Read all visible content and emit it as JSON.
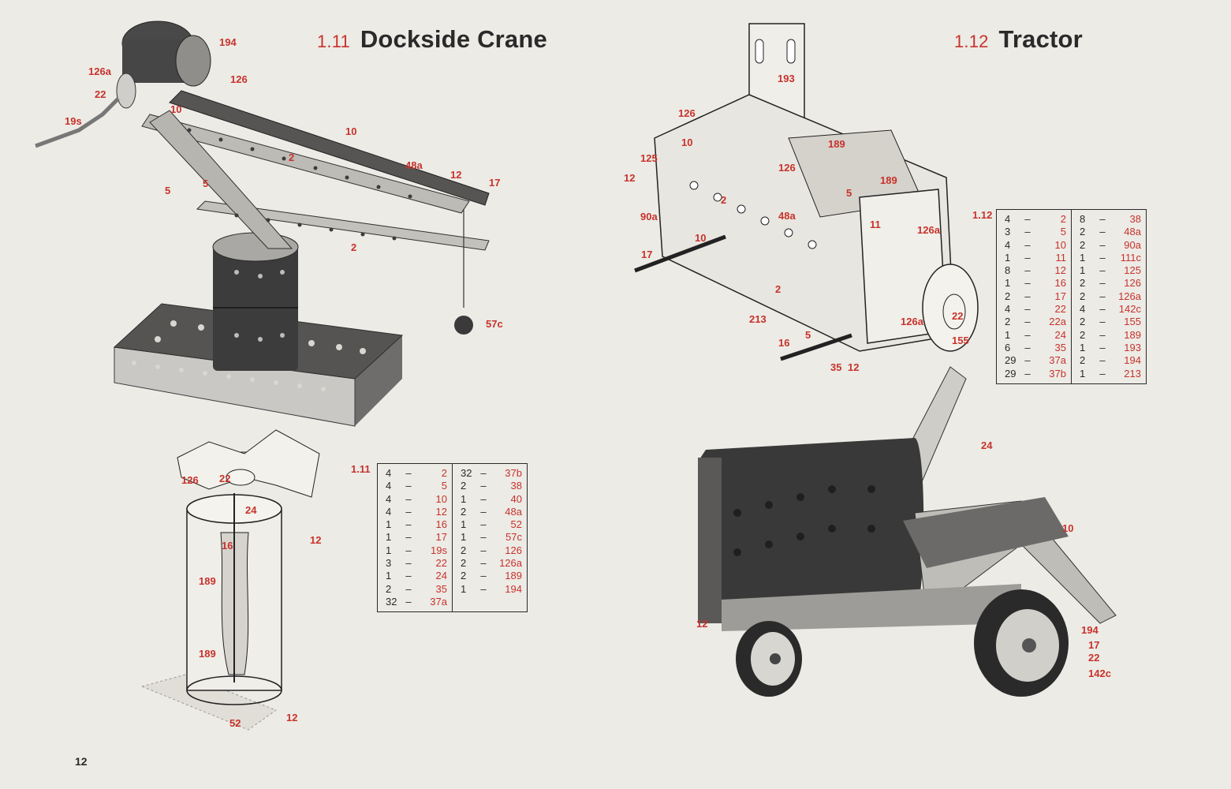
{
  "page_number": "12",
  "crane": {
    "number": "1.11",
    "title": "Dockside Crane",
    "callouts": [
      "194",
      "126a",
      "126",
      "22",
      "19s",
      "10",
      "10",
      "2",
      "48a",
      "12",
      "17",
      "5",
      "5",
      "2",
      "57c"
    ],
    "detail_callouts": [
      "126",
      "22",
      "24",
      "16",
      "12",
      "189",
      "189",
      "52",
      "12"
    ],
    "parts_label": "1.11",
    "parts_left": [
      {
        "q": "4",
        "p": "2"
      },
      {
        "q": "4",
        "p": "5"
      },
      {
        "q": "4",
        "p": "10"
      },
      {
        "q": "4",
        "p": "12"
      },
      {
        "q": "1",
        "p": "16"
      },
      {
        "q": "1",
        "p": "17"
      },
      {
        "q": "1",
        "p": "19s"
      },
      {
        "q": "3",
        "p": "22"
      },
      {
        "q": "1",
        "p": "24"
      },
      {
        "q": "2",
        "p": "35"
      },
      {
        "q": "32",
        "p": "37a"
      }
    ],
    "parts_right": [
      {
        "q": "32",
        "p": "37b"
      },
      {
        "q": "2",
        "p": "38"
      },
      {
        "q": "1",
        "p": "40"
      },
      {
        "q": "2",
        "p": "48a"
      },
      {
        "q": "1",
        "p": "52"
      },
      {
        "q": "1",
        "p": "57c"
      },
      {
        "q": "2",
        "p": "126"
      },
      {
        "q": "2",
        "p": "126a"
      },
      {
        "q": "2",
        "p": "189"
      },
      {
        "q": "1",
        "p": "194"
      }
    ]
  },
  "tractor": {
    "number": "1.12",
    "title": "Tractor",
    "callouts": [
      "193",
      "126",
      "10",
      "125",
      "12",
      "189",
      "126",
      "189",
      "5",
      "2",
      "48a",
      "90a",
      "10",
      "11",
      "126a",
      "17",
      "213",
      "2",
      "126a",
      "22",
      "16",
      "5",
      "35",
      "12",
      "155"
    ],
    "photo_callouts": [
      "24",
      "10",
      "194",
      "12",
      "17",
      "22",
      "142c"
    ],
    "parts_label": "1.12",
    "parts_left": [
      {
        "q": "4",
        "p": "2"
      },
      {
        "q": "3",
        "p": "5"
      },
      {
        "q": "4",
        "p": "10"
      },
      {
        "q": "1",
        "p": "11"
      },
      {
        "q": "8",
        "p": "12"
      },
      {
        "q": "1",
        "p": "16"
      },
      {
        "q": "2",
        "p": "17"
      },
      {
        "q": "4",
        "p": "22"
      },
      {
        "q": "2",
        "p": "22a"
      },
      {
        "q": "1",
        "p": "24"
      },
      {
        "q": "6",
        "p": "35"
      },
      {
        "q": "29",
        "p": "37a"
      },
      {
        "q": "29",
        "p": "37b"
      }
    ],
    "parts_right": [
      {
        "q": "8",
        "p": "38"
      },
      {
        "q": "2",
        "p": "48a"
      },
      {
        "q": "2",
        "p": "90a"
      },
      {
        "q": "1",
        "p": "111c"
      },
      {
        "q": "1",
        "p": "125"
      },
      {
        "q": "2",
        "p": "126"
      },
      {
        "q": "2",
        "p": "126a"
      },
      {
        "q": "4",
        "p": "142c"
      },
      {
        "q": "2",
        "p": "155"
      },
      {
        "q": "2",
        "p": "189"
      },
      {
        "q": "1",
        "p": "193"
      },
      {
        "q": "2",
        "p": "194"
      },
      {
        "q": "1",
        "p": "213"
      }
    ]
  }
}
